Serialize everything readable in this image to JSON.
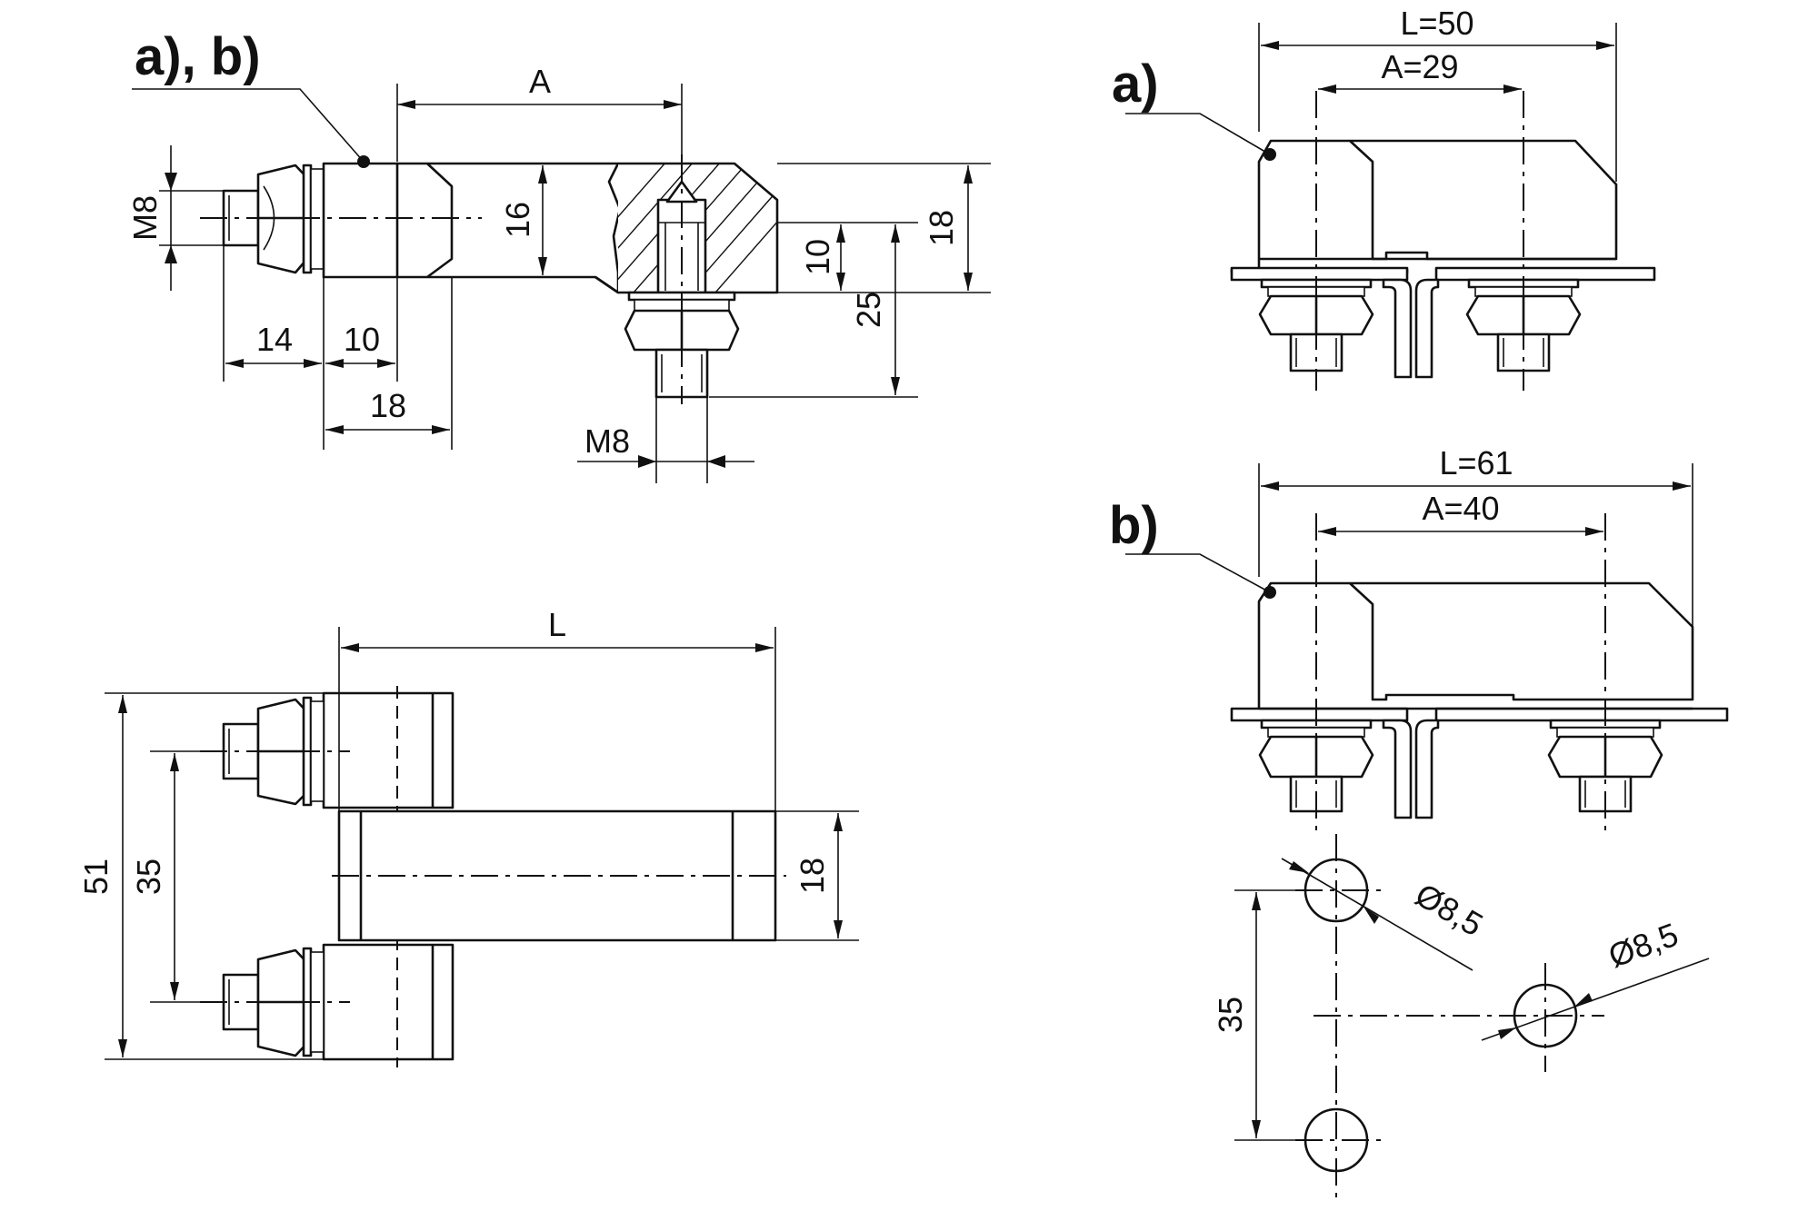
{
  "labels": {
    "ab": "a), b)",
    "a": "a)",
    "b": "b)"
  },
  "dims": {
    "A": "A",
    "L": "L",
    "M8_left": "M8",
    "M8_bottom": "M8",
    "d16": "16",
    "d10_right": "10",
    "d18_right": "18",
    "d25": "25",
    "d14": "14",
    "d10_bottom": "10",
    "d18_bottom": "18",
    "d51": "51",
    "d35_left": "35",
    "d18_plan": "18",
    "L50": "L=50",
    "A29": "A=29",
    "L61": "L=61",
    "A40": "A=40",
    "dia1": "Ø8,5",
    "dia2": "Ø8,5",
    "d35_holes": "35"
  }
}
